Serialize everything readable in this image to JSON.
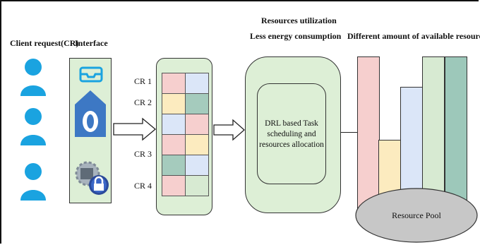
{
  "labels": {
    "client_request": "Client request(CR)",
    "interface": "Interface",
    "resources_utilization": "Resources utilization",
    "less_energy": "Less energy consumption",
    "available_resources": "Different amount of available resources",
    "cr1": "CR 1",
    "cr2": "CR 2",
    "cr3": "CR 3",
    "cr4": "CR 4",
    "drl_text": "DRL based Task scheduling and resources allocation",
    "resource_pool": "Resource Pool"
  },
  "colors": {
    "user_blue": "#1aa3e0",
    "panel_green": "#ddefd6",
    "pink": "#f6cfce",
    "yellow": "#fcebbf",
    "light_blue": "#dbe6f8",
    "teal": "#a5cbbd",
    "bar_green": "#d7ead2",
    "bar_teal": "#9dc8ba",
    "pool_gray": "#c7c7c7"
  },
  "queue_cells": [
    [
      "pink",
      "light_blue"
    ],
    [
      "yellow",
      "teal"
    ],
    [
      "light_blue",
      "pink"
    ],
    [
      "pink",
      "yellow"
    ],
    [
      "teal",
      "light_blue"
    ],
    [
      "pink",
      "bar_green"
    ]
  ],
  "resource_bars": [
    "pink",
    "yellow",
    "light_blue",
    "bar_green",
    "bar_teal"
  ]
}
